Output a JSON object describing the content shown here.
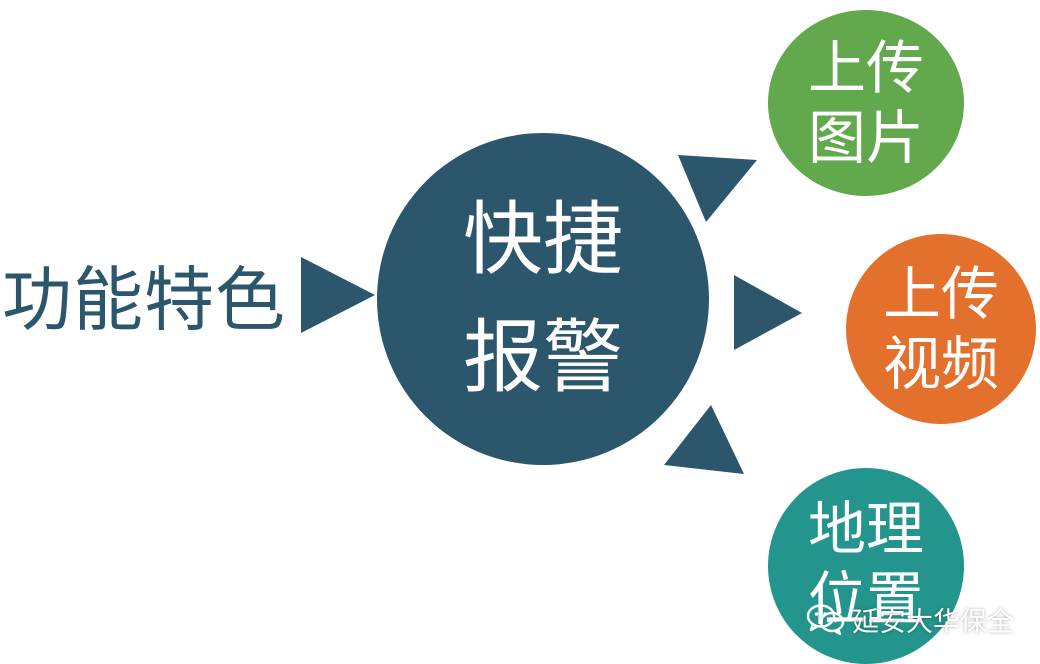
{
  "colors": {
    "hub": "#2c566b",
    "photo": "#62a84d",
    "video": "#e3702c",
    "location": "#24958c",
    "lead_text": "#2c566b",
    "arrow": "#2c566b"
  },
  "lead_label": "功能特色",
  "hub": {
    "line1": "快捷",
    "line2": "报警"
  },
  "satellites": {
    "photo": {
      "line1": "上传",
      "line2": "图片"
    },
    "video": {
      "line1": "上传",
      "line2": "视频"
    },
    "location": {
      "line1": "地理",
      "line2": "位置"
    }
  },
  "watermark": {
    "text": "延安大华保全",
    "icon": "wechat-icon"
  }
}
